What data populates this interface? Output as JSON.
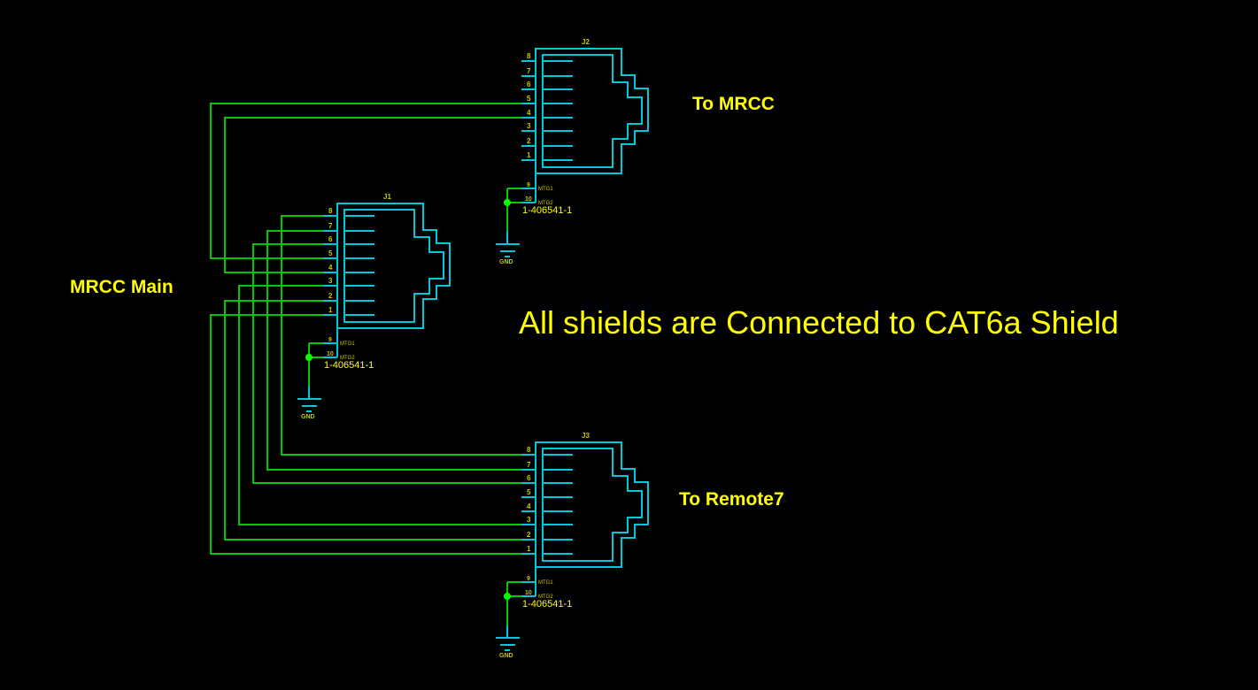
{
  "colors": {
    "background": "#000000",
    "component": "#00c8d8",
    "wire": "#00c800",
    "pin_label": "#c8c800",
    "text": "#ffff00",
    "junction": "#00ff00"
  },
  "labels": {
    "to_mrcc": "To MRCC",
    "mrcc_main": "MRCC Main",
    "to_remote7": "To Remote7",
    "shield_note": "All shields are Connected to CAT6a Shield"
  },
  "components": [
    {
      "ref": "J2",
      "part_number": "1-406541-1",
      "pins": [
        "1",
        "2",
        "3",
        "4",
        "5",
        "6",
        "7",
        "8"
      ],
      "mtg_pins": [
        {
          "num": "9",
          "name": "MTG1"
        },
        {
          "num": "10",
          "name": "MTG2"
        }
      ],
      "ground_label": "GND"
    },
    {
      "ref": "J1",
      "part_number": "1-406541-1",
      "pins": [
        "1",
        "2",
        "3",
        "4",
        "5",
        "6",
        "7",
        "8"
      ],
      "mtg_pins": [
        {
          "num": "9",
          "name": "MTG1"
        },
        {
          "num": "10",
          "name": "MTG2"
        }
      ],
      "ground_label": "GND"
    },
    {
      "ref": "J3",
      "part_number": "1-406541-1",
      "pins": [
        "1",
        "2",
        "3",
        "4",
        "5",
        "6",
        "7",
        "8"
      ],
      "mtg_pins": [
        {
          "num": "9",
          "name": "MTG1"
        },
        {
          "num": "10",
          "name": "MTG2"
        }
      ],
      "ground_label": "GND"
    }
  ],
  "nets": [
    {
      "from": "J1.8",
      "to": "J3.8"
    },
    {
      "from": "J1.7",
      "to": "J3.7"
    },
    {
      "from": "J1.6",
      "to": "J3.6"
    },
    {
      "from": "J1.3",
      "to": "J3.3"
    },
    {
      "from": "J1.2",
      "to": "J3.2"
    },
    {
      "from": "J1.1",
      "to": "J3.1"
    },
    {
      "from": "J2.5",
      "to": "J1.5"
    },
    {
      "from": "J2.4",
      "to": "J1.4"
    }
  ]
}
